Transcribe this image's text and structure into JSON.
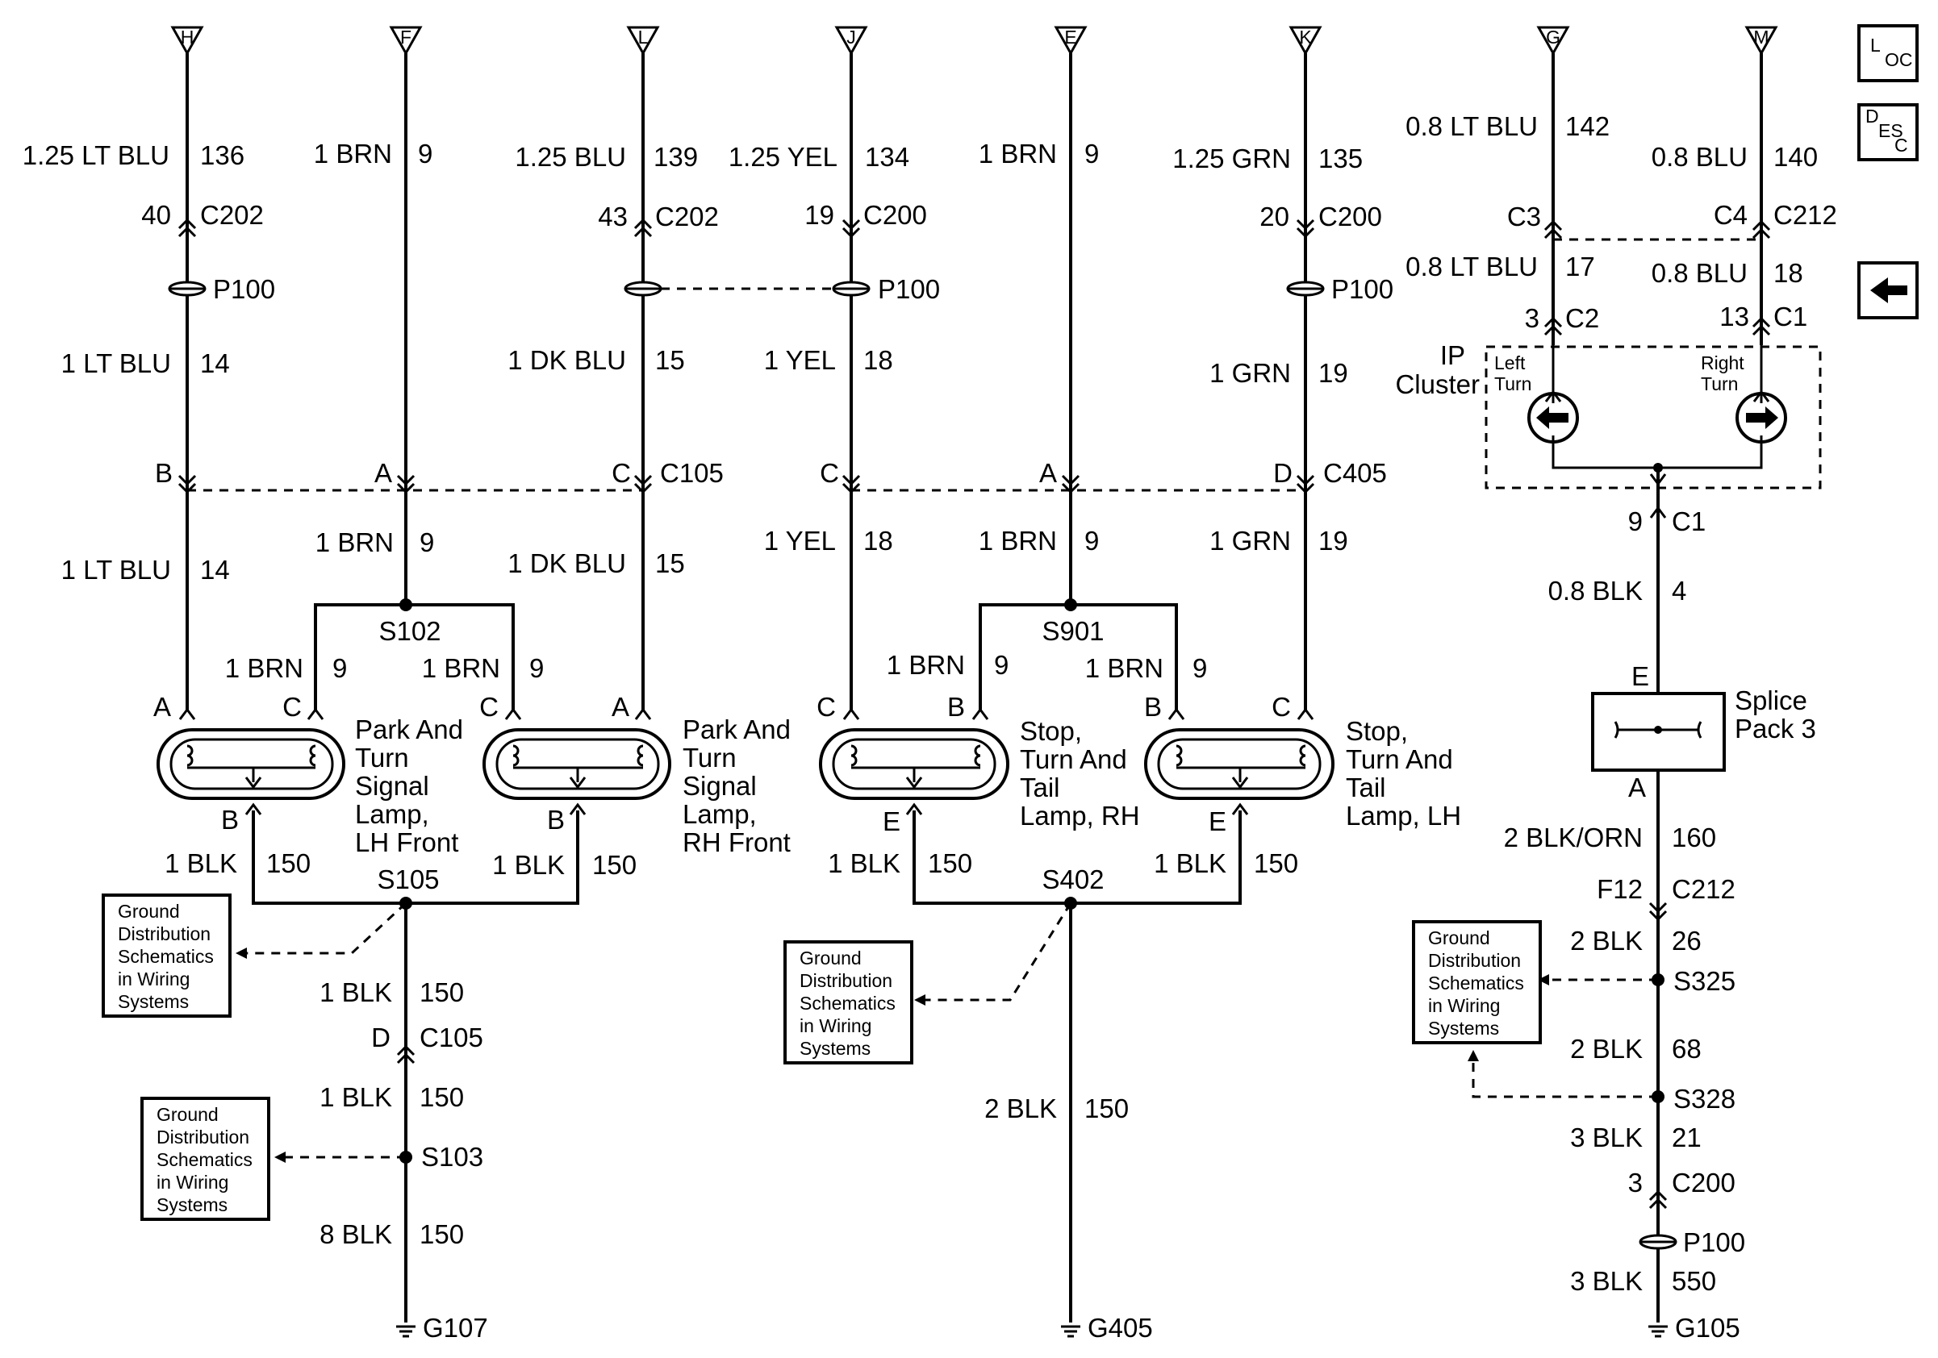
{
  "drops": {
    "H": {
      "letter": "H",
      "color": "1.25 LT BLU",
      "circuit": "136",
      "pin": "40",
      "conn": "C202"
    },
    "F": {
      "letter": "F",
      "color": "1 BRN",
      "circuit": "9"
    },
    "L": {
      "letter": "L",
      "color": "1.25 BLU",
      "circuit": "139",
      "pin": "43",
      "conn": "C202"
    },
    "J": {
      "letter": "J",
      "color": "1.25 YEL",
      "circuit": "134",
      "pin": "19",
      "conn": "C200"
    },
    "E": {
      "letter": "E",
      "color": "1 BRN",
      "circuit": "9"
    },
    "K": {
      "letter": "K",
      "color": "1.25 GRN",
      "circuit": "135",
      "pin": "20",
      "conn": "C200"
    },
    "G": {
      "letter": "G",
      "color": "0.8 LT BLU",
      "circuit": "142",
      "pin": "C3"
    },
    "M": {
      "letter": "M",
      "color": "0.8 BLU",
      "circuit": "140",
      "pin": "C4",
      "conn": "C212"
    }
  },
  "nav": {
    "loc": "L",
    "loc_sub": "OC",
    "desc": "D",
    "desc_mid": "ES",
    "desc_sub": "C"
  },
  "p100": "P100",
  "wires": {
    "h_below": {
      "color": "1 LT BLU",
      "circuit": "14"
    },
    "l_below": {
      "color": "1 DK BLU",
      "circuit": "15"
    },
    "j_below": {
      "color": "1 YEL",
      "circuit": "18"
    },
    "k_below": {
      "color": "1 GRN",
      "circuit": "19"
    },
    "g_below": {
      "color": "0.8 LT BLU",
      "circuit": "17",
      "pin": "3",
      "conn": "C2"
    },
    "m_below": {
      "color": "0.8 BLU",
      "circuit": "18",
      "pin": "13",
      "conn": "C1"
    }
  },
  "c105": {
    "b": "B",
    "a": "A",
    "c": "C",
    "name": "C105"
  },
  "c405": {
    "c": "C",
    "a": "A",
    "d": "D",
    "name": "C405"
  },
  "lower": {
    "h": {
      "color": "1 LT BLU",
      "circuit": "14"
    },
    "f": {
      "color": "1 BRN",
      "circuit": "9"
    },
    "l": {
      "color": "1 DK BLU",
      "circuit": "15"
    },
    "j": {
      "color": "1 YEL",
      "circuit": "18"
    },
    "e": {
      "color": "1 BRN",
      "circuit": "9"
    },
    "k": {
      "color": "1 GRN",
      "circuit": "19"
    }
  },
  "splices": {
    "s102": "S102",
    "s901": "S901",
    "s105": "S105",
    "s402": "S402",
    "s103": "S103",
    "s325": "S325",
    "s328": "S328"
  },
  "branch": {
    "color": "1 BRN",
    "circuit": "9"
  },
  "lamps": {
    "lh_front": {
      "a": "A",
      "c": "C",
      "b": "B",
      "l1": "Park And",
      "l2": "Turn",
      "l3": "Signal",
      "l4": "Lamp,",
      "l5": "LH Front"
    },
    "rh_front": {
      "c": "C",
      "a": "A",
      "b": "B",
      "l1": "Park And",
      "l2": "Turn",
      "l3": "Signal",
      "l4": "Lamp,",
      "l5": "RH Front"
    },
    "rh_rear": {
      "c": "C",
      "b": "B",
      "e": "E",
      "l1": "Stop,",
      "l2": "Turn And",
      "l3": "Tail",
      "l4": "Lamp, RH"
    },
    "lh_rear": {
      "b": "B",
      "c": "C",
      "e": "E",
      "l1": "Stop,",
      "l2": "Turn And",
      "l3": "Tail",
      "l4": "Lamp, LH"
    }
  },
  "ground_wires": {
    "blk150": {
      "color": "1 BLK",
      "circuit": "150"
    },
    "d": "D",
    "c105": "C105",
    "blk8": {
      "color": "8 BLK",
      "circuit": "150"
    },
    "blk2": {
      "color": "2 BLK",
      "circuit": "150"
    }
  },
  "grounds": {
    "g107": "G107",
    "g405": "G405",
    "g105": "G105"
  },
  "gd": {
    "l1": "Ground",
    "l2": "Distribution",
    "l3": "Schematics",
    "l4": "in Wiring",
    "l5": "Systems"
  },
  "ip": {
    "l1": "IP",
    "l2": "Cluster",
    "left1": "Left",
    "left2": "Turn",
    "right1": "Right",
    "right2": "Turn",
    "pin": "9",
    "conn": "C1"
  },
  "rightcol": {
    "w1": {
      "color": "0.8 BLK",
      "circuit": "4"
    },
    "e": "E",
    "splice_name1": "Splice",
    "splice_name2": "Pack 3",
    "a": "A",
    "w2": {
      "color": "2 BLK/ORN",
      "circuit": "160"
    },
    "f12": "F12",
    "c212": "C212",
    "w3": {
      "color": "2 BLK",
      "circuit": "26"
    },
    "w4": {
      "color": "2 BLK",
      "circuit": "68"
    },
    "w5": {
      "color": "3 BLK",
      "circuit": "21"
    },
    "pin3": "3",
    "c200": "C200",
    "w6": {
      "color": "3 BLK",
      "circuit": "550"
    }
  }
}
